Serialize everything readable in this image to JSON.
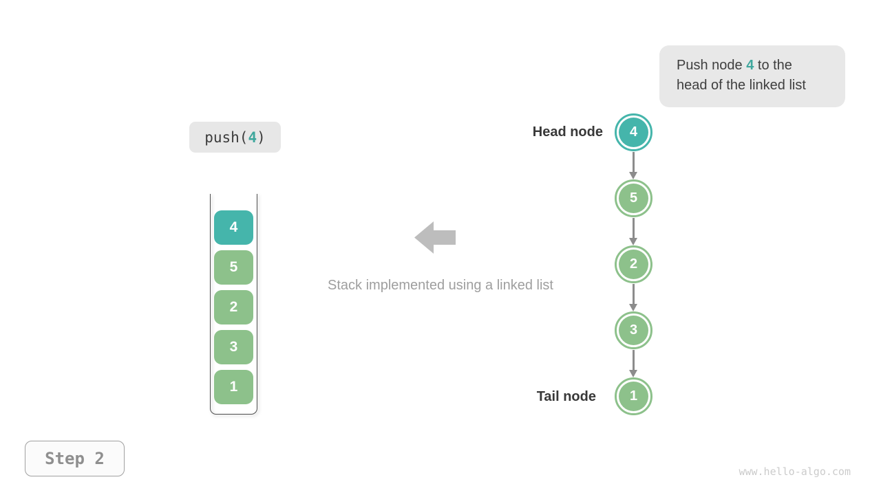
{
  "colors": {
    "teal": "#45b5ab",
    "green": "#8dc18b",
    "teal_text": "#3fa79d",
    "arrow_gray": "#8c8c8c",
    "big_arrow_gray": "#bdbdbd"
  },
  "annotation": {
    "line1_prefix": "Push node ",
    "line1_highlight": "4",
    "line1_suffix": " to the",
    "line2": "head of the linked list"
  },
  "push_call": {
    "prefix": "push(",
    "arg": "4",
    "suffix": ")"
  },
  "stack": {
    "items": [
      {
        "value": "4",
        "color": "teal"
      },
      {
        "value": "5",
        "color": "green"
      },
      {
        "value": "2",
        "color": "green"
      },
      {
        "value": "3",
        "color": "green"
      },
      {
        "value": "1",
        "color": "green"
      }
    ]
  },
  "caption": "Stack implemented using a linked list",
  "linked_list": {
    "head_label": "Head node",
    "tail_label": "Tail node",
    "nodes": [
      {
        "value": "4",
        "color": "teal"
      },
      {
        "value": "5",
        "color": "green"
      },
      {
        "value": "2",
        "color": "green"
      },
      {
        "value": "3",
        "color": "green"
      },
      {
        "value": "1",
        "color": "green"
      }
    ]
  },
  "step_badge": "Step 2",
  "watermark": "www.hello-algo.com"
}
